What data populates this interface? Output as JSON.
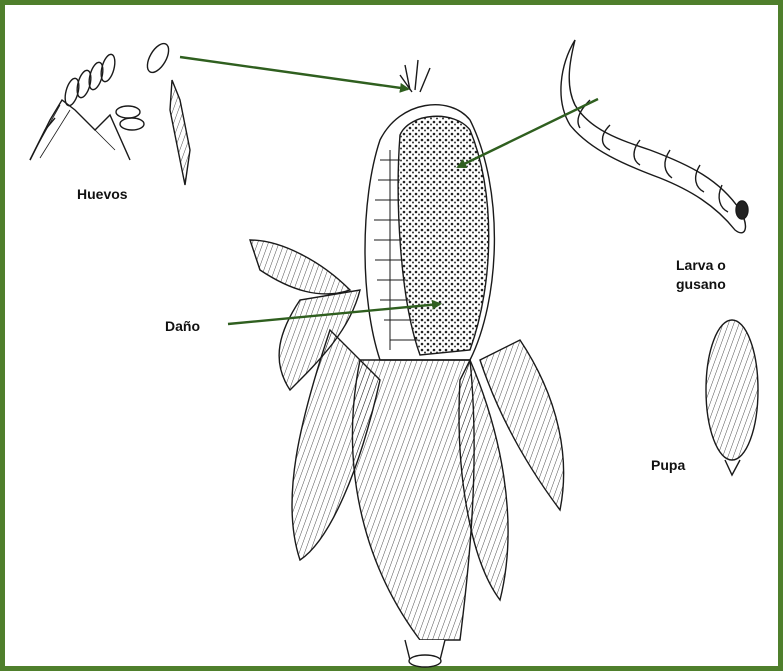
{
  "labels": {
    "eggs": "Huevos",
    "larva_line1": "Larva o",
    "larva_line2": "gusano",
    "damage": "Daño",
    "pupa": "Pupa"
  },
  "colors": {
    "border": "#4f7f2c",
    "arrow": "#2f5f1f",
    "ink": "#1a1a1a"
  }
}
